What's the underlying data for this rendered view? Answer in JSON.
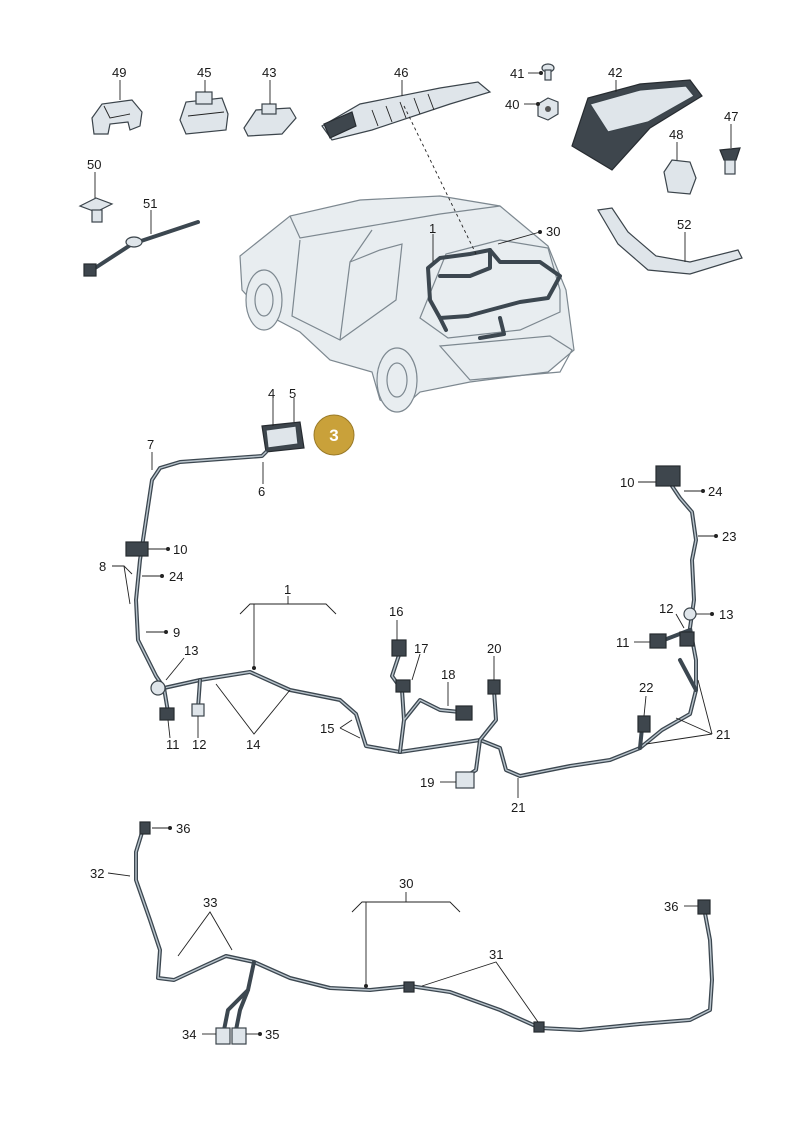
{
  "badge": {
    "number": "3",
    "color": "#c9a13a"
  },
  "colors": {
    "wire": "#3c4750",
    "part": "#dfe5ea",
    "dark_part": "#3e464d",
    "car": "#e8edf0"
  },
  "labels": {
    "p49": "49",
    "p45": "45",
    "p43": "43",
    "p46": "46",
    "p41": "41",
    "p40": "40",
    "p42": "42",
    "p47": "47",
    "p48": "48",
    "p50": "50",
    "p51": "51",
    "p52": "52",
    "p1_car": "1",
    "p30_car": "30",
    "p4": "4",
    "p5": "5",
    "p6": "6",
    "p7": "7",
    "p10_left": "10",
    "p8": "8",
    "p24_left": "24",
    "p9": "9",
    "p13_left": "13",
    "p11_left": "11",
    "p12_left": "12",
    "p1_harness": "1",
    "p14": "14",
    "p16": "16",
    "p17": "17",
    "p18": "18",
    "p15": "15",
    "p20": "20",
    "p19": "19",
    "p21_bottom": "21",
    "p10_right": "10",
    "p24_right": "24",
    "p23": "23",
    "p12_right": "12",
    "p13_right": "13",
    "p11_right": "11",
    "p22": "22",
    "p21_right": "21",
    "p36_left": "36",
    "p32": "32",
    "p33": "33",
    "p30_harness": "30",
    "p36_right": "36",
    "p31": "31",
    "p34": "34",
    "p35": "35"
  }
}
